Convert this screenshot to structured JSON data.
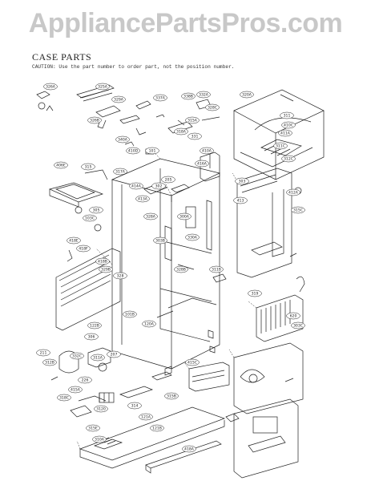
{
  "watermark": "AppliancePartsPros.com",
  "title": "CASE PARTS",
  "caution": "CAUTION: Use the part number to order part, not the position number.",
  "callouts": [
    "326A",
    "325A",
    "329A",
    "326B",
    "337A",
    "338B",
    "332A",
    "328C",
    "315A",
    "318A",
    "331",
    "340A",
    "410D",
    "101",
    "320A",
    "311",
    "410C",
    "411A",
    "311C",
    "312C",
    "315",
    "406E",
    "410A",
    "416A",
    "317A",
    "414A",
    "413A",
    "205",
    "302",
    "328A",
    "303B",
    "300A",
    "330A",
    "328B",
    "305",
    "103C",
    "418E",
    "418F",
    "418B",
    "329B",
    "328",
    "101B",
    "120A",
    "122B",
    "306",
    "303",
    "412A",
    "413",
    "315C",
    "311B",
    "319",
    "620",
    "303C",
    "211",
    "312B",
    "332C",
    "311A",
    "207",
    "226",
    "415A",
    "318C",
    "3120",
    "315E",
    "310A",
    "314",
    "121A",
    "121B",
    "418A",
    "315B",
    "415C"
  ]
}
